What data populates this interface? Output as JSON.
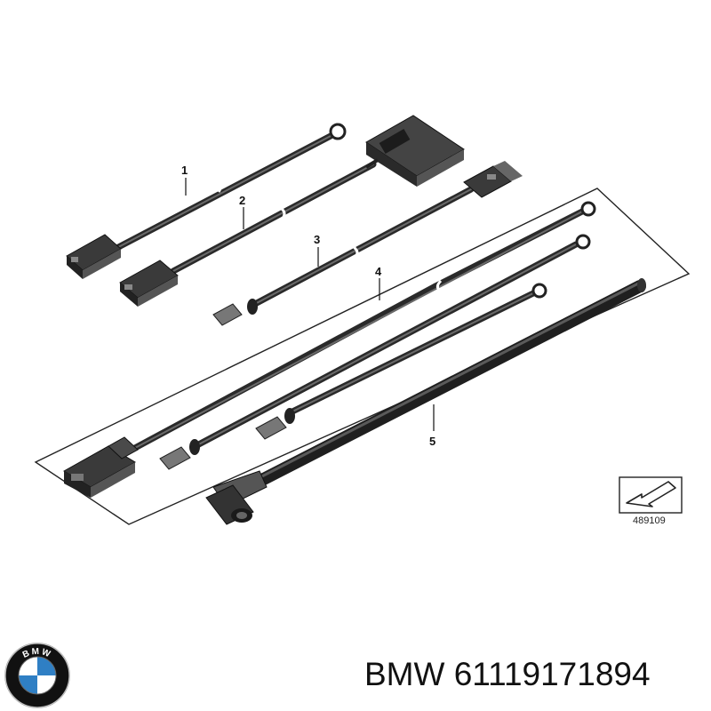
{
  "diagram": {
    "callouts": [
      "1",
      "2",
      "3",
      "4",
      "5"
    ],
    "reference_number": "489109"
  },
  "caption": {
    "brand": "BMW",
    "part_number": "61119171894",
    "full_text": "BMW 61119171894"
  },
  "logo": {
    "name": "bmw-roundel",
    "letters": "BMW",
    "colors": {
      "ring": "#111111",
      "blue": "#2f7fc4",
      "white": "#ffffff"
    }
  }
}
